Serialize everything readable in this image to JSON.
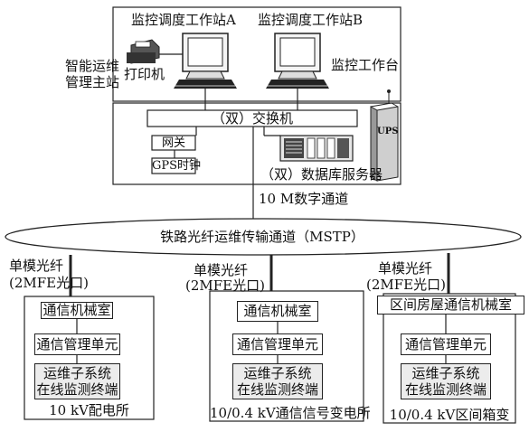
{
  "master_station": {
    "label_line1": "智能运维",
    "label_line2": "管理主站",
    "workstation_a": "监控调度工作站A",
    "workstation_b": "监控调度工作站B",
    "printer": "打印机",
    "monitor_station": "监控工作台",
    "switch": "（双）交换机",
    "gateway": "网关",
    "gps_clock": "GPS时钟",
    "db_server": "（双）数据库服务器",
    "ups": "UPS"
  },
  "channel": {
    "link_label": "10 M数字通道",
    "ring_label": "铁路光纤运维传输通道（MSTP）"
  },
  "branches": [
    {
      "fiber_line1": "单模光纤",
      "fiber_line2": "(2MFE光口)",
      "room": "通信机械室",
      "unit": "通信管理单元",
      "terminal_line1": "运维子系统",
      "terminal_line2": "在线监测终端",
      "site": "10 kV配电所"
    },
    {
      "fiber_line1": "单模光纤",
      "fiber_line2": "(2MFE光口)",
      "room": "通信机械室",
      "unit": "通信管理单元",
      "terminal_line1": "运维子系统",
      "terminal_line2": "在线监测终端",
      "site": "10/0.4 kV通信信号变电所"
    },
    {
      "fiber_line1": "单模光纤",
      "fiber_line2": "(2MFE光口)",
      "room": "区间房屋通信机械室",
      "unit": "通信管理单元",
      "terminal_line1": "运维子系统",
      "terminal_line2": "在线监测终端",
      "site": "10/0.4 kV区间箱变"
    }
  ]
}
